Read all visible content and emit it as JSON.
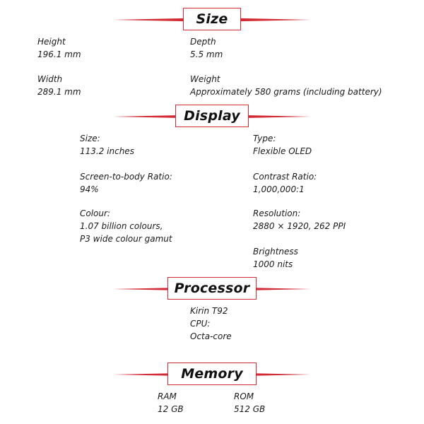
{
  "accent_color": "#d22b35",
  "sections": {
    "size": {
      "title": "Size",
      "height_label": "Height",
      "height_value": "196.1 mm",
      "depth_label": "Depth",
      "depth_value": "5.5 mm",
      "width_label": "Width",
      "width_value": "289.1 mm",
      "weight_label": "Weight",
      "weight_value": "Approximately 580 grams (including battery)"
    },
    "display": {
      "title": "Display",
      "size_label": "Size:",
      "size_value": "113.2 inches",
      "type_label": "Type:",
      "type_value": "Flexible OLED",
      "ratio_label": "Screen-to-body Ratio:",
      "ratio_value": "94%",
      "contrast_label": "Contrast Ratio:",
      "contrast_value": "1,000,000:1",
      "colour_label": "Colour:",
      "colour_value_1": "1.07 billion colours,",
      "colour_value_2": "P3 wide colour gamut",
      "resolution_label": "Resolution:",
      "resolution_value": "2880 × 1920, 262 PPI",
      "brightness_label": "Brightness",
      "brightness_value": "1000 nits"
    },
    "processor": {
      "title": "Processor",
      "chip": "Kirin T92",
      "cpu_label": "CPU:",
      "cpu_value": "Octa-core"
    },
    "memory": {
      "title": "Memory",
      "ram_label": "RAM",
      "ram_value": "12 GB",
      "rom_label": "ROM",
      "rom_value": "512 GB"
    }
  }
}
